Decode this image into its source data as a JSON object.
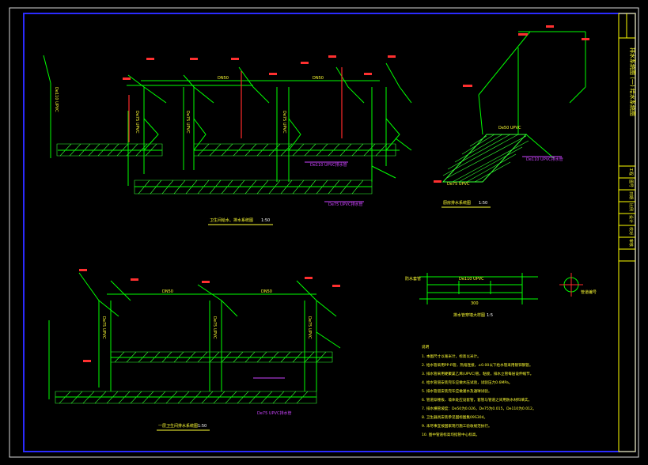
{
  "colors": {
    "background": "#000000",
    "outer_frame": "#d8d8d8",
    "inner_frame": "#2b2bff",
    "title_block": "#ffff00",
    "pipe": "#00ff00",
    "hatch": "#33ff33",
    "riser_red": "#ff2a2a",
    "label_red": "#ff3030",
    "label_yellow": "#ffff33",
    "annotation": "#cc44ff",
    "text_white": "#ffffff"
  },
  "title_block": {
    "vertical_title": "排水系统图 (一) 给水系统图",
    "cell_codes": [
      "工程",
      "图号",
      "日期",
      "比例",
      "设计",
      "校对",
      "审核"
    ]
  },
  "system_diagrams": [
    {
      "caption": "卫生间给水、排水系统图",
      "scale": "1:50",
      "pipe_labels": [
        "DN50",
        "DN50",
        "De110 UPVC",
        "De75 UPVC",
        "De75 UPVC",
        "De75 UPVC"
      ],
      "notes": [
        "De110 UPVC排水管",
        "De75 UPVC排水管"
      ]
    },
    {
      "caption": "厨房排水系统图",
      "scale": "1:50",
      "pipe_labels": [
        "De50 UPVC",
        "De75 UPVC"
      ],
      "notes": [
        "De110 UPVC排水管"
      ]
    },
    {
      "caption": "一层卫生间排水系统图",
      "scale": "1:50",
      "pipe_labels": [
        "DN50",
        "DN50",
        "De75 UPVC",
        "De75 UPVC",
        "De75 UPVC"
      ],
      "notes": [
        "De75 UPVC排水管"
      ]
    }
  ],
  "detail": {
    "caption": "排水管穿墙大样图",
    "scale": "1:5",
    "label_left": "防水套管",
    "label_mid": "De110 UPVC",
    "dimension": "300"
  },
  "north_symbol": {
    "label": "管道编号"
  },
  "notes": {
    "heading": "说明",
    "items": [
      "1. 本图尺寸以毫米计，标高以米计。",
      "2. 给水管采用PP-R管，热熔连接，±0.00以下给水管采用镀锌钢管。",
      "3. 排水管采用硬聚氯乙烯(UPVC)管，粘接，排水立管每层设伸缩节。",
      "4. 给水管道安装完毕应做水压试验，试验压力0.6MPa。",
      "5. 排水管道安装完毕应做灌水及通球试验。",
      "6. 管道穿楼板、墙体处应设套管，套管与管道之间用防水材料填实。",
      "7. 排水横管坡度：De50为0.026，De75为0.015，De110为0.012。",
      "8. 卫生器具安装参见国标图集09S304。",
      "9. 未尽事宜按国家现行施工验收规范执行。",
      "10. 图中管道标高均指管中心标高。"
    ]
  }
}
